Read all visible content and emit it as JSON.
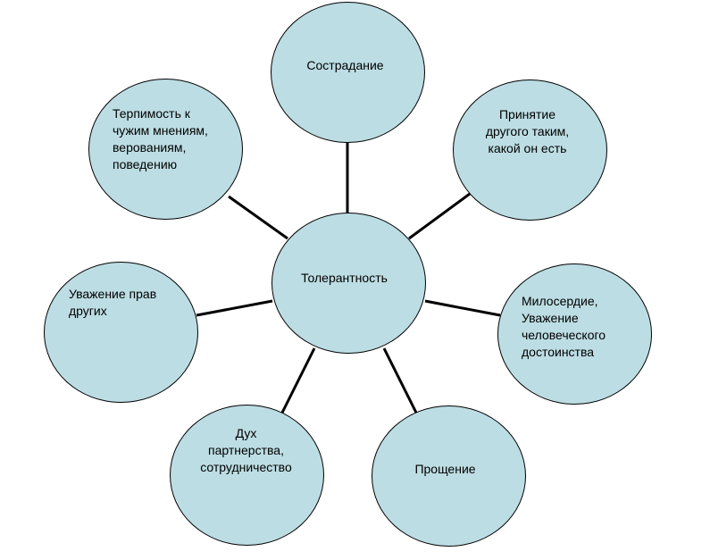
{
  "diagram": {
    "center": "Толерантность",
    "nodes": {
      "compassion": "Сострадание",
      "acceptance": "Принятие\nдругого таким,\nкакой он есть",
      "mercy": "Милосердие,\nУважение\nчеловеческого\nдостоинства",
      "forgiveness": "Прощение",
      "partnership": "Дух\nпартнерства,\nсотрудничество",
      "rights": "Уважение прав\nдругих",
      "tolerance": "Терпимость к\nчужим мнениям,\nверованиям,\nповедению"
    }
  },
  "colors": {
    "node_fill": "#bcdde3",
    "stroke": "#000000",
    "background": "#ffffff"
  }
}
